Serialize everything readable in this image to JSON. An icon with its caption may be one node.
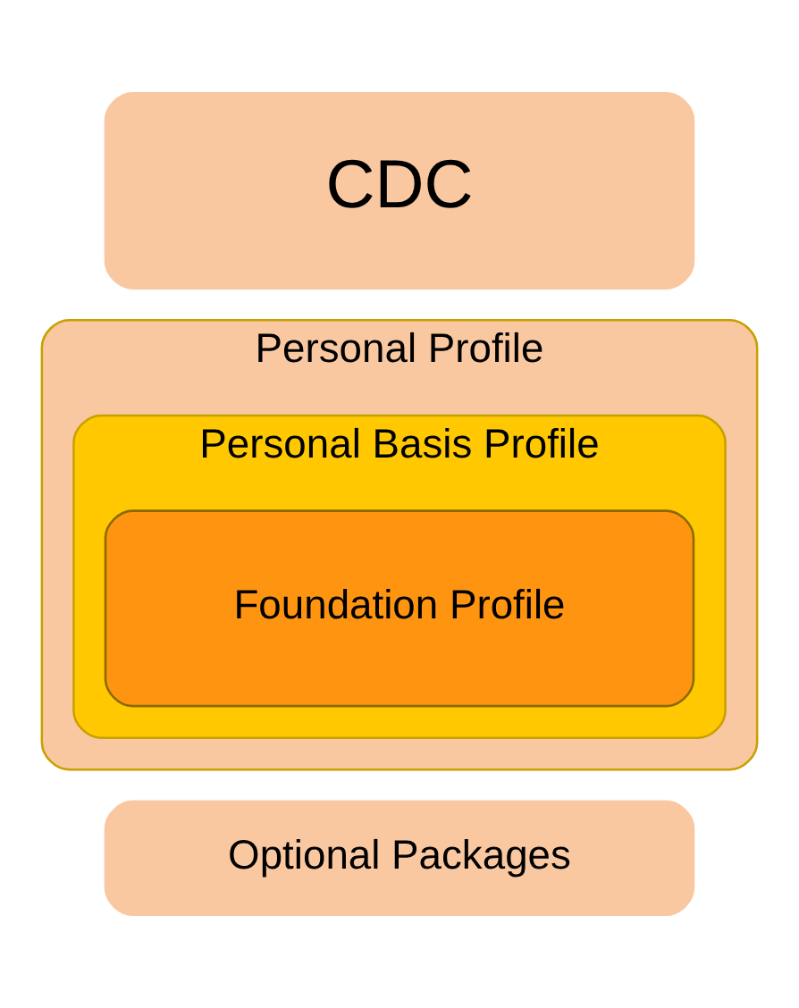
{
  "diagram": {
    "nodes": [
      {
        "text": [
          "Optional Packages"
        ]
      },
      {
        "text": [
          "Personal Profile"
        ]
      },
      {
        "text": [
          "Personal Basis Profile"
        ],
        "in": 1
      },
      {
        "text": [
          "Foundation Profile"
        ],
        "in": 2
      },
      {
        "text": [
          "CDC"
        ]
      }
    ]
  }
}
